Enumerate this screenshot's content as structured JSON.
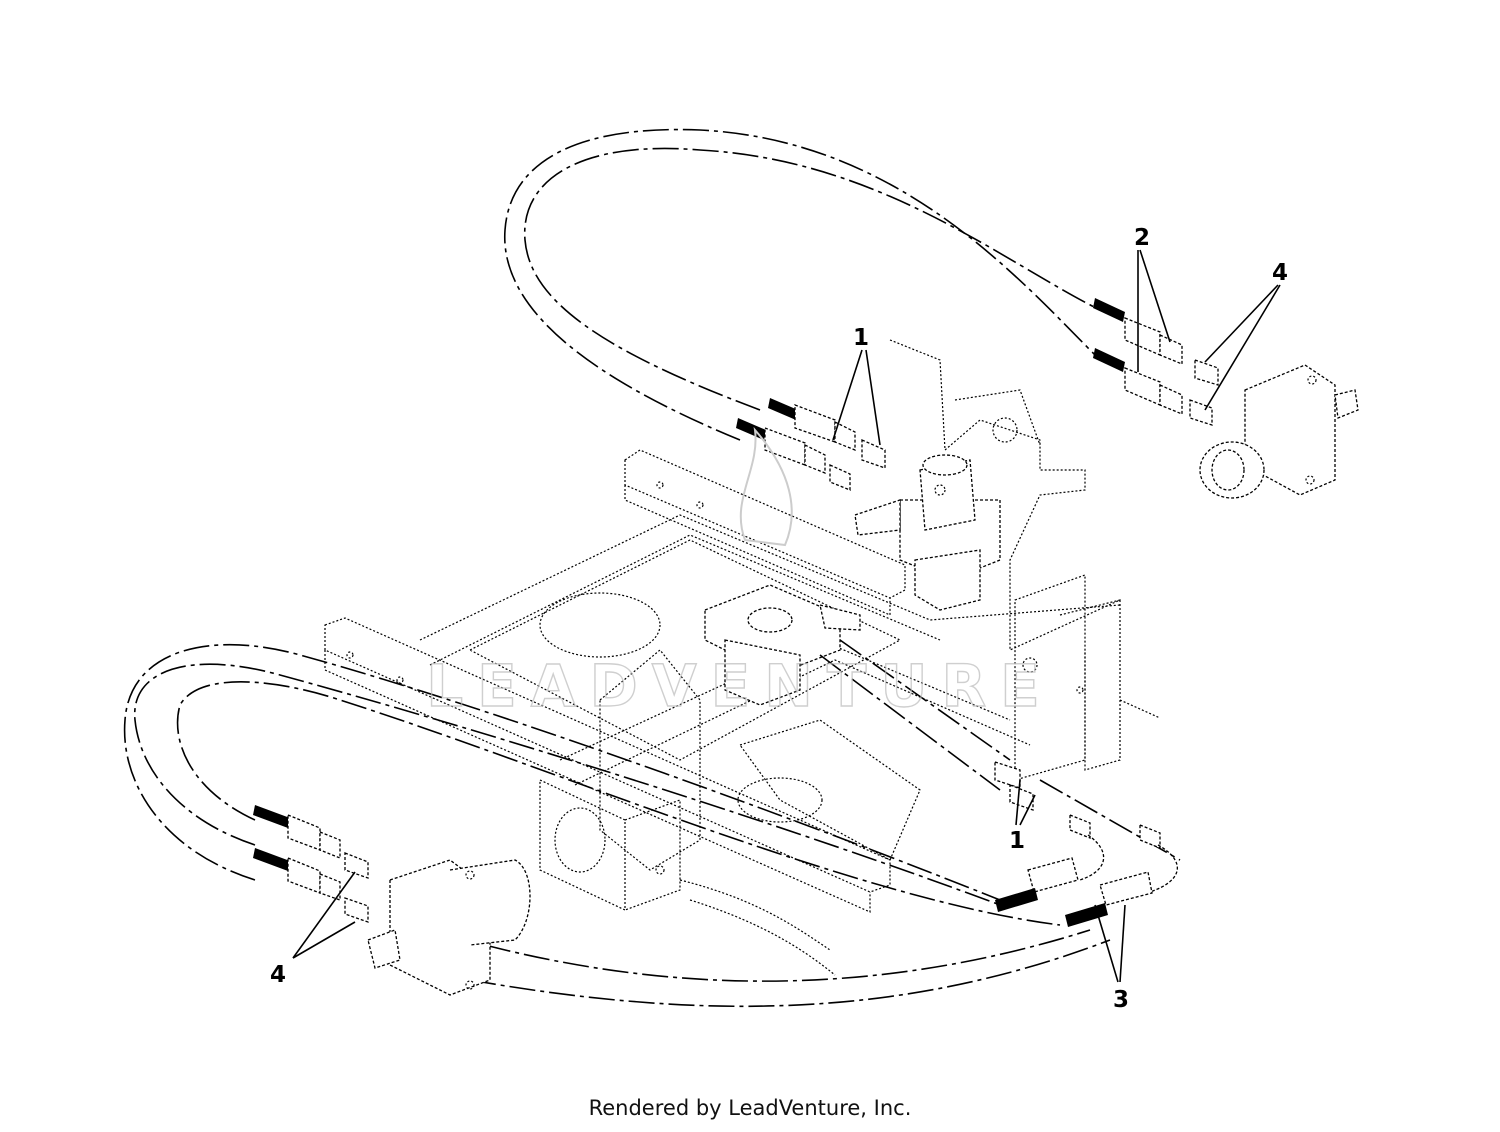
{
  "callouts": {
    "c1_top": "1",
    "c1_bottom": "1",
    "c2": "2",
    "c3": "3",
    "c4_top": "4",
    "c4_bottom": "4"
  },
  "watermark": "LEADVENTURE",
  "footer": "Rendered by LeadVenture, Inc."
}
